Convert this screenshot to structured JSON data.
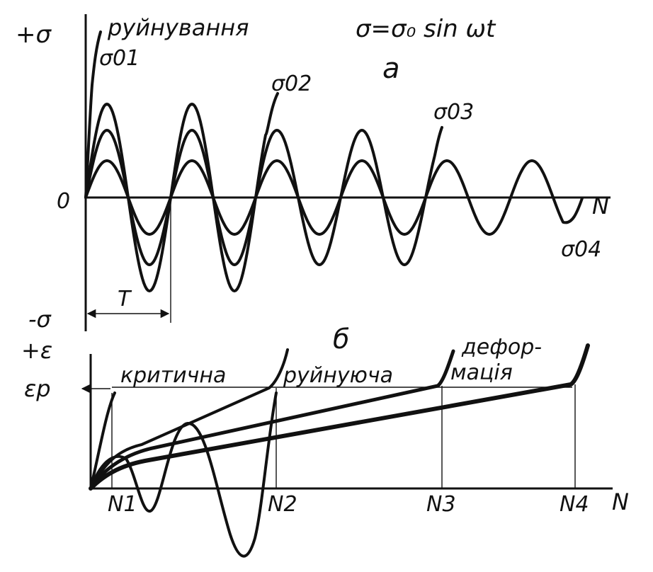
{
  "panel_a": {
    "label": "а",
    "formula": "σ=σ₀ sin ωt",
    "y_axis_top": "+σ",
    "y_axis_bottom": "-σ",
    "origin": "0",
    "x_axis": "N",
    "period": "T",
    "failure_label": "руйнування",
    "curves": [
      {
        "label": "σ01"
      },
      {
        "label": "σ02"
      },
      {
        "label": "σ03"
      },
      {
        "label": "σ04"
      }
    ]
  },
  "panel_b": {
    "label": "б",
    "y_axis": "+ε",
    "critical_strain": "εр",
    "x_axis": "N",
    "region_words": [
      "критична",
      "руйнуюча",
      "дефор-",
      "мація"
    ],
    "cycle_marks": [
      "N1",
      "N2",
      "N3",
      "N4"
    ]
  }
}
